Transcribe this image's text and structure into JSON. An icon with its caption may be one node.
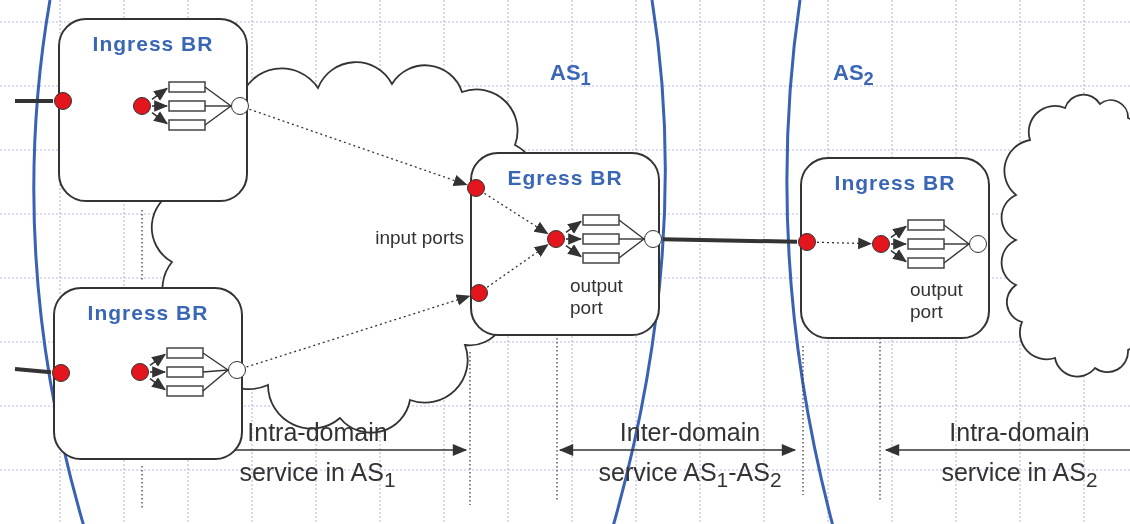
{
  "diagram": {
    "nodes": [
      {
        "text": [
          "Ingress BR"
        ]
      },
      {
        "text": [
          "Ingress BR"
        ]
      },
      {
        "text": [
          "Egress BR"
        ]
      },
      {
        "text": [
          "Ingress BR"
        ]
      },
      {
        "text": [],
        "shape": "circle",
        "in": 0
      },
      {
        "text": [],
        "shape": "circle",
        "in": 0
      },
      {
        "text": [],
        "shape": "circle",
        "in": 0
      },
      {
        "text": [],
        "shape": "circle",
        "in": 1
      },
      {
        "text": [],
        "shape": "circle",
        "in": 1
      },
      {
        "text": [],
        "shape": "circle",
        "in": 1
      },
      {
        "text": [],
        "shape": "circle",
        "in": 2
      },
      {
        "text": [],
        "shape": "circle",
        "in": 2
      },
      {
        "text": [],
        "shape": "circle",
        "in": 2
      },
      {
        "text": [],
        "shape": "circle",
        "in": 2
      },
      {
        "text": [],
        "shape": "circle",
        "in": 3
      },
      {
        "text": [],
        "shape": "circle",
        "in": 3
      },
      {
        "text": [],
        "shape": "circle",
        "in": 3
      },
      {
        "text": [],
        "shape": "cloud"
      }
    ],
    "edges": [
      {
        "from": null,
        "to": 4,
        "arrow": "none",
        "style": "thick"
      },
      {
        "from": null,
        "to": 7,
        "arrow": "none",
        "style": "thick"
      },
      {
        "from": 6,
        "to": 10,
        "arrow": "to",
        "style": "dashed"
      },
      {
        "from": 9,
        "to": 11,
        "arrow": "to",
        "style": "dashed"
      },
      {
        "from": 10,
        "to": 12,
        "arrow": "to",
        "style": "dashed"
      },
      {
        "from": 11,
        "to": 12,
        "arrow": "to",
        "style": "dashed"
      },
      {
        "from": 13,
        "to": 14,
        "arrow": "none",
        "style": "thick"
      },
      {
        "from": 14,
        "to": 15,
        "arrow": "to",
        "style": "dashed"
      }
    ],
    "labels": [
      "AS$_{1}$",
      "AS$_{2}$",
      "input ports",
      "output port",
      "output port",
      "Intra-domain service in AS$_{1}$",
      "Inter-domain service AS$_{1}$-AS$_{2}$",
      "Intra-domain service in AS$_{2}$"
    ]
  }
}
